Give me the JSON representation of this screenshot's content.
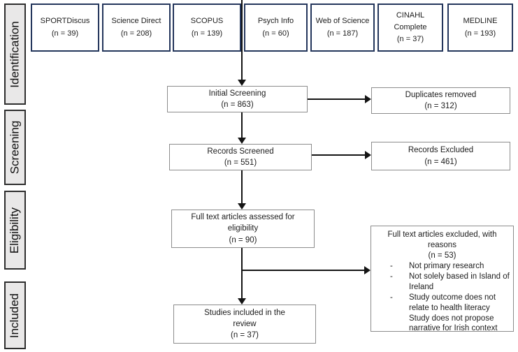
{
  "colors": {
    "source_box_border": "#24365c",
    "flow_box_border": "#8c8c8c",
    "stage_fill": "#e9e8e8",
    "stage_border": "#2e2e2e",
    "arrow": "#141414",
    "text": "#1c1c1c"
  },
  "stages": [
    {
      "label": "Identification"
    },
    {
      "label": "Screening"
    },
    {
      "label": "Eligibility"
    },
    {
      "label": "Included"
    }
  ],
  "sources": [
    {
      "name": "SPORTDiscus",
      "count": "(n = 39)"
    },
    {
      "name": "Science Direct",
      "count": "(n = 208)"
    },
    {
      "name": "SCOPUS",
      "count": "(n = 139)"
    },
    {
      "name": "Psych Info",
      "count": "(n = 60)"
    },
    {
      "name": "Web of Science",
      "count": "(n = 187)"
    },
    {
      "name": "CINAHL Complete",
      "count": "(n = 37)"
    },
    {
      "name": "MEDLINE",
      "count": "(n = 193)"
    }
  ],
  "flow": {
    "initial_screening": {
      "lines": [
        "Initial Screening",
        "(n = 863)"
      ]
    },
    "duplicates_removed": {
      "lines": [
        "Duplicates removed",
        "(n = 312)"
      ]
    },
    "records_screened": {
      "lines": [
        "Records Screened",
        "(n = 551)"
      ]
    },
    "records_excluded": {
      "lines": [
        "Records Excluded",
        "(n = 461)"
      ]
    },
    "full_text_assessed": {
      "lines": [
        "Full text articles assessed for",
        "eligibility",
        "(n = 90)"
      ]
    },
    "studies_included": {
      "lines": [
        "Studies included in the",
        "review",
        "(n = 37)"
      ]
    },
    "full_text_excluded": {
      "title_lines": [
        "Full text articles excluded, with",
        "reasons",
        "(n = 53)"
      ],
      "reasons": [
        {
          "bullet": "-",
          "lines": [
            "Not primary research",
            ""
          ]
        },
        {
          "bullet": "-",
          "lines": [
            "Not solely based in Island of",
            "Ireland"
          ]
        },
        {
          "bullet": "-",
          "lines": [
            "Study outcome does not",
            "relate to health literacy"
          ]
        },
        {
          "bullet": "",
          "lines": [
            "Study does not propose",
            "narrative for Irish context"
          ]
        }
      ]
    }
  }
}
